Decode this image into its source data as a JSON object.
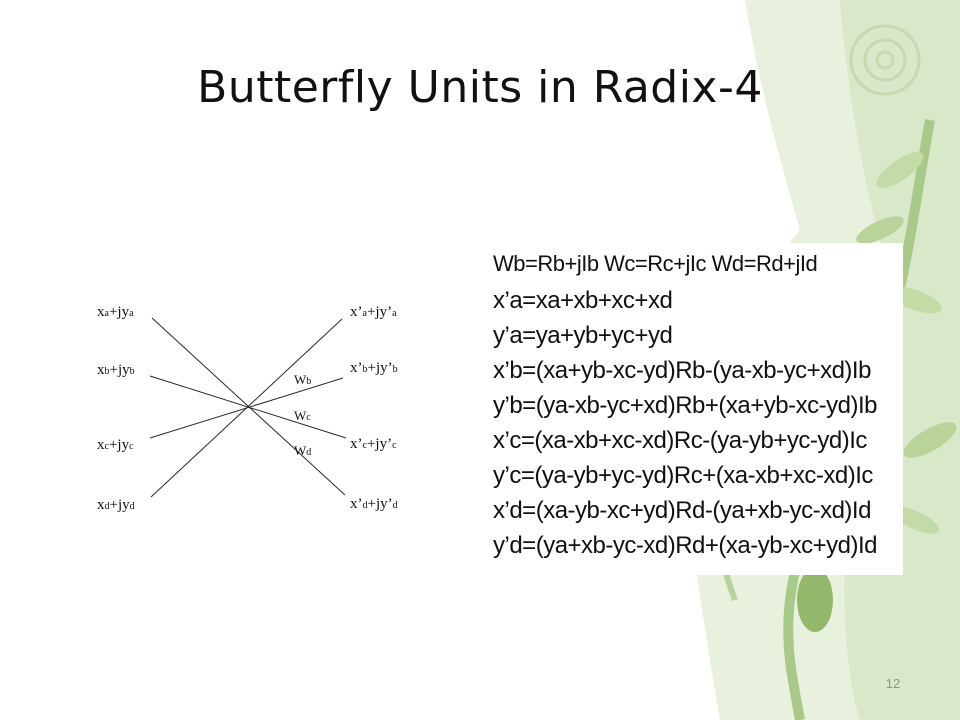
{
  "title": "Butterfly Units in Radix-4",
  "diagram": {
    "inputs": [
      {
        "pre": "x",
        "s1": "a",
        "mid": "+jy",
        "s2": "a"
      },
      {
        "pre": "x",
        "s1": "b",
        "mid": "+jy",
        "s2": "b"
      },
      {
        "pre": "x",
        "s1": "c",
        "mid": "+jy",
        "s2": "c"
      },
      {
        "pre": "x",
        "s1": "d",
        "mid": "+jy",
        "s2": "d"
      }
    ],
    "outputs": [
      {
        "pre": "x’",
        "s1": "a",
        "mid": "+jy’",
        "s2": "a"
      },
      {
        "pre": "x’",
        "s1": "b",
        "mid": "+jy’",
        "s2": "b"
      },
      {
        "pre": "x’",
        "s1": "c",
        "mid": "+jy’",
        "s2": "c"
      },
      {
        "pre": "x’",
        "s1": "d",
        "mid": "+jy’",
        "s2": "d"
      }
    ],
    "twiddles": [
      {
        "pre": "W",
        "sub": "b"
      },
      {
        "pre": "W",
        "sub": "c"
      },
      {
        "pre": "W",
        "sub": "d"
      }
    ]
  },
  "equations": [
    "Wb=Rb+jIb   Wc=Rc+jIc   Wd=Rd+jId",
    "x’a=xa+xb+xc+xd",
    "y’a=ya+yb+yc+yd",
    "x’b=(xa+yb-xc-yd)Rb-(ya-xb-yc+xd)Ib",
    "y’b=(ya-xb-yc+xd)Rb+(xa+yb-xc-yd)Ib",
    "x’c=(xa-xb+xc-xd)Rc-(ya-yb+yc-yd)Ic",
    "y’c=(ya-yb+yc-yd)Rc+(xa-xb+xc-xd)Ic",
    "x’d=(xa-yb-xc+yd)Rd-(ya+xb-yc-xd)Id",
    "y’d=(ya+xb-yc-xd)Rd+(xa-yb-xc+yd)Id"
  ],
  "slide_number": "12",
  "colors": {
    "leaf_light": "#d6e6c2",
    "leaf_mid": "#b9d39a",
    "stem": "#8fb46a",
    "swirl": "#c5dab0"
  }
}
